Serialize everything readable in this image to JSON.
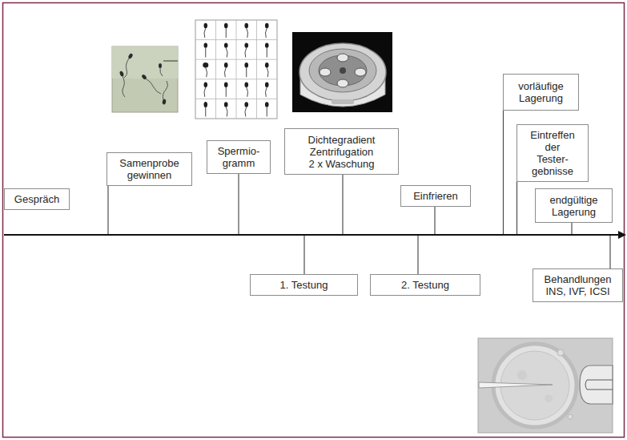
{
  "diagram": {
    "nodes": [
      {
        "text": [
          "Gespräch"
        ]
      },
      {
        "text": [
          "Samenprobe gewinnen"
        ]
      },
      {
        "text": [
          "Spermio- gramm"
        ]
      },
      {
        "text": [
          "1. Testung"
        ]
      },
      {
        "text": [
          "Dichtegradient Zentrifugation 2 x Waschung"
        ]
      },
      {
        "text": [
          "2. Testung"
        ]
      },
      {
        "text": [
          "Einfrieren"
        ]
      },
      {
        "text": [
          "vorläufige Lagerung"
        ]
      },
      {
        "text": [
          "Eintreffen der Tester- gebnisse"
        ]
      },
      {
        "text": [
          "endgültige Lagerung"
        ]
      },
      {
        "text": [
          "Behandlungen INS, IVF, ICSI"
        ]
      }
    ]
  }
}
